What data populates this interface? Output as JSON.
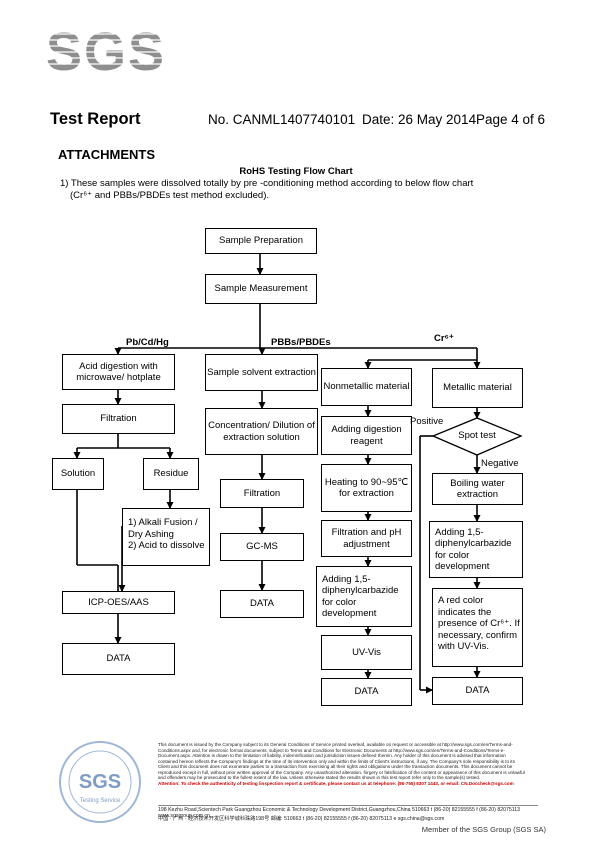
{
  "header": {
    "logo_text": "SGS",
    "title": "Test Report",
    "report_no": "No. CANML1407740101",
    "date": "Date: 26 May 2014",
    "page": "Page 4 of 6"
  },
  "section": {
    "heading": "ATTACHMENTS",
    "chart_title": "RoHS Testing Flow Chart",
    "note_line1": "1) These samples were dissolved totally by pre -conditioning method according to below flow chart",
    "note_line2": "(Cr⁶⁺ and PBBs/PBDEs test method excluded)."
  },
  "flow": {
    "sample_prep": "Sample Preparation",
    "sample_meas": "Sample Measurement",
    "branch_pb": "Pb/Cd/Hg",
    "branch_pbb": "PBBs/PBDEs",
    "branch_cr": "Cr⁶⁺",
    "acid_digestion": "Acid digestion with microwave/ hotplate",
    "filtration_a": "Filtration",
    "solution": "Solution",
    "residue": "Residue",
    "residue_treat": "1) Alkali Fusion / Dry Ashing\n2) Acid to dissolve",
    "icp": "ICP-OES/AAS",
    "data_a": "DATA",
    "solvent_extraction": "Sample solvent extraction",
    "concentration": "Concentration/ Dilution of extraction solution",
    "filtration_b": "Filtration",
    "gcms": "GC-MS",
    "data_b": "DATA",
    "nonmetallic": "Nonmetallic material",
    "metallic": "Metallic material",
    "digestion_reagent": "Adding digestion reagent",
    "heating": "Heating to 90~95℃ for extraction",
    "filtration_ph": "Filtration and pH adjustment",
    "adding_dpc_c": "Adding 1,5-diphenylcarbazide for color development",
    "uvvis": "UV-Vis",
    "data_c": "DATA",
    "positive": "Positive",
    "spot_test": "Spot test",
    "negative": "Negative",
    "boiling": "Boiling water extraction",
    "adding_dpc_d": "Adding 1,5-diphenylcarbazide for color development",
    "red_color": "A red color indicates the presence of Cr⁶⁺. If necessary, confirm with UV-Vis.",
    "data_d": "DATA"
  },
  "footer": {
    "seal_text": "SGS",
    "seal_sub": "Testing Service",
    "body": "This document is issued by the Company subject to its General Conditions of Service printed overleaf, available on request or accessible at http://www.sgs.com/en/Terms-and-Conditions.aspx and, for electronic format documents, subject to Terms and Conditions for Electronic Documents at http://www.sgs.com/en/Terms-and-Conditions/Terms-e-Document.aspx. Attention is drawn to the limitation of liability, indemnification and jurisdiction issues defined therein. Any holder of this document is advised that information contained hereon reflects the Company's findings at the time of its intervention only and within the limits of Client's instructions, if any. The Company's sole responsibility is to its Client and this document does not exonerate parties to a transaction from exercising all their rights and obligations under the transaction documents. This document cannot be reproduced except in full, without prior written approval of the Company. Any unauthorized alteration, forgery or falsification of the content or appearance of this document is unlawful and offenders may be prosecuted to the fullest extent of the law. Unless otherwise stated the results shown in this test report refer only to the sample(s) tested.",
    "warning": "Attention: To check the authenticity of testing /inspection report & certificate, please contact us at telephone: (86-755) 8307 1443, or email: CN.Doccheck@sgs.com",
    "address_en": "198 Kezhu Road,Scientech Park Guangzhou Economic & Technology Development District,Guangzhou,China   510663   t (86-20) 82155555   f (86-20) 82075113   www.sgsgroup.com.cn",
    "address_cn": "中国 · 广州 · 经济技术开发区科学城科珠路198号   邮编: 510663   t (86-20) 82155555   f (86-20) 82075113   e sgs.china@sgs.com",
    "member": "Member of the SGS Group (SGS SA)"
  }
}
